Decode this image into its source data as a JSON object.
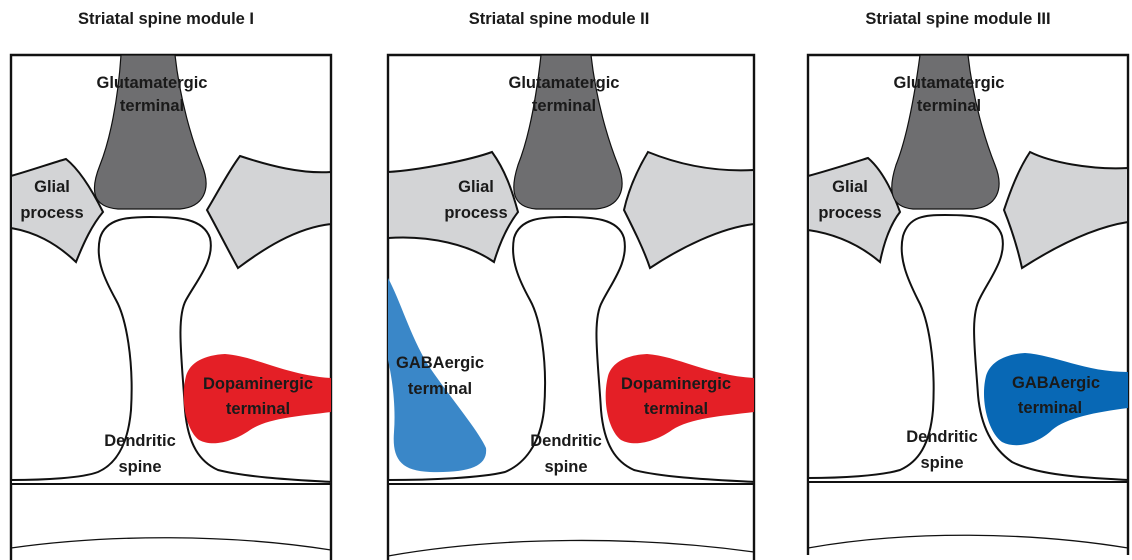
{
  "colors": {
    "glutamatergic": "#6e6e70",
    "glial": "#d3d4d6",
    "dopaminergic": "#e41f26",
    "gaba_module2": "#3a87c8",
    "gaba_module3": "#0868b5",
    "outline": "#111111"
  },
  "modules": [
    {
      "title": "Striatal spine module I",
      "glutamatergic": {
        "line1": "Glutamatergic",
        "line2": "terminal"
      },
      "glial": {
        "line1": "Glial",
        "line2": "process"
      },
      "spine": {
        "line1": "Dendritic",
        "line2": "spine"
      },
      "side_terminal": {
        "kind": "dopaminergic",
        "line1": "Dopaminergic",
        "line2": "terminal"
      }
    },
    {
      "title": "Striatal spine module II",
      "glutamatergic": {
        "line1": "Glutamatergic",
        "line2": "terminal"
      },
      "glial": {
        "line1": "Glial",
        "line2": "process"
      },
      "gaba": {
        "line1": "GABAergic",
        "line2": "terminal"
      },
      "spine": {
        "line1": "Dendritic",
        "line2": "spine"
      },
      "side_terminal": {
        "kind": "dopaminergic",
        "line1": "Dopaminergic",
        "line2": "terminal"
      }
    },
    {
      "title": "Striatal spine module III",
      "glutamatergic": {
        "line1": "Glutamatergic",
        "line2": "terminal"
      },
      "glial": {
        "line1": "Glial",
        "line2": "process"
      },
      "spine": {
        "line1": "Dendritic",
        "line2": "spine"
      },
      "side_terminal": {
        "kind": "gabaergic",
        "line1": "GABAergic",
        "line2": "terminal"
      }
    }
  ]
}
